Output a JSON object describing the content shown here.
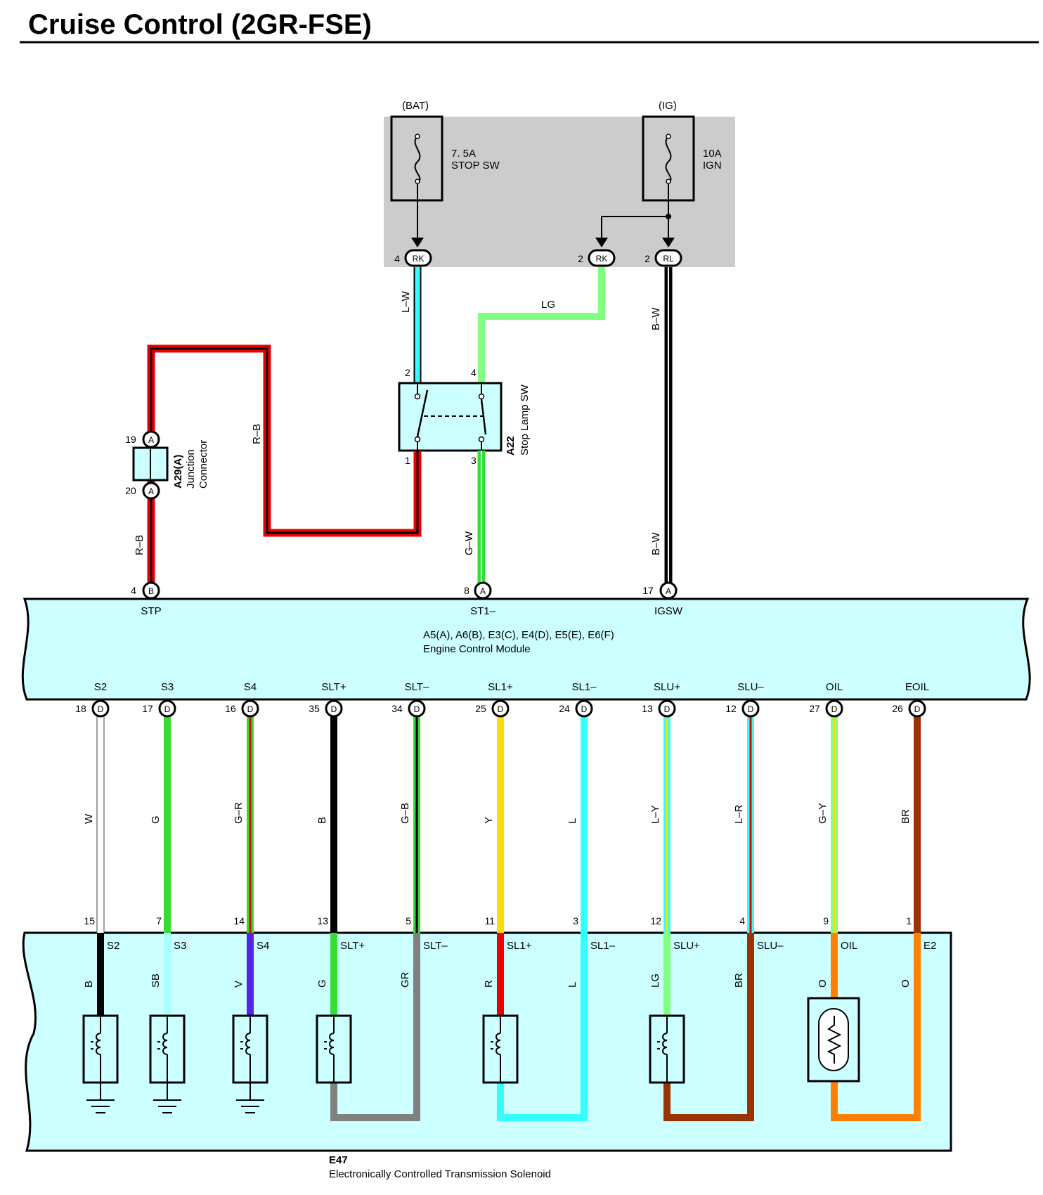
{
  "title": "Cruise Control (2GR-FSE)",
  "fuses": [
    {
      "source": "(BAT)",
      "rating": "7. 5A",
      "name": "STOP SW"
    },
    {
      "source": "(IG)",
      "rating": "10A",
      "name": "IGN"
    }
  ],
  "jb_pins": [
    {
      "num": "4",
      "conn": "RK"
    },
    {
      "num": "2",
      "conn": "RK"
    },
    {
      "num": "2",
      "conn": "RL"
    }
  ],
  "wire_labels": {
    "lw": "L–W",
    "lg": "LG",
    "bw_top": "B–W",
    "bw_bottom": "B–W",
    "rb_top": "R–B",
    "rb_bottom": "R–B",
    "gw": "G–W"
  },
  "stop_lamp": {
    "id": "A22",
    "name": "Stop Lamp SW",
    "pins": [
      "2",
      "4",
      "1",
      "3"
    ]
  },
  "junction": {
    "id": "A29(A)",
    "name1": "Junction",
    "name2": "Connector",
    "pin_top": "19",
    "pin_bottom": "20",
    "conn": "A"
  },
  "ecm_top_pins": [
    {
      "num": "4",
      "conn": "B",
      "name": "STP"
    },
    {
      "num": "8",
      "conn": "A",
      "name": "ST1–"
    },
    {
      "num": "17",
      "conn": "A",
      "name": "IGSW"
    }
  ],
  "ecm": {
    "connectors": "A5(A), A6(B), E3(C), E4(D), E5(E), E6(F)",
    "name": "Engine Control Module"
  },
  "ecm_bottom_pins": [
    {
      "name": "S2",
      "num": "18",
      "conn": "D",
      "wire": "W",
      "sol_pin": "15",
      "sol_name": "S2",
      "sol_wire": "B"
    },
    {
      "name": "S3",
      "num": "17",
      "conn": "D",
      "wire": "G",
      "sol_pin": "7",
      "sol_name": "S3",
      "sol_wire": "SB"
    },
    {
      "name": "S4",
      "num": "16",
      "conn": "D",
      "wire": "G–R",
      "sol_pin": "14",
      "sol_name": "S4",
      "sol_wire": "V"
    },
    {
      "name": "SLT+",
      "num": "35",
      "conn": "D",
      "wire": "B",
      "sol_pin": "13",
      "sol_name": "SLT+",
      "sol_wire": "G"
    },
    {
      "name": "SLT–",
      "num": "34",
      "conn": "D",
      "wire": "G–B",
      "sol_pin": "5",
      "sol_name": "SLT–",
      "sol_wire": "GR"
    },
    {
      "name": "SL1+",
      "num": "25",
      "conn": "D",
      "wire": "Y",
      "sol_pin": "11",
      "sol_name": "SL1+",
      "sol_wire": "R"
    },
    {
      "name": "SL1–",
      "num": "24",
      "conn": "D",
      "wire": "L",
      "sol_pin": "3",
      "sol_name": "SL1–",
      "sol_wire": "L"
    },
    {
      "name": "SLU+",
      "num": "13",
      "conn": "D",
      "wire": "L–Y",
      "sol_pin": "12",
      "sol_name": "SLU+",
      "sol_wire": "LG"
    },
    {
      "name": "SLU–",
      "num": "12",
      "conn": "D",
      "wire": "L–R",
      "sol_pin": "4",
      "sol_name": "SLU–",
      "sol_wire": "BR"
    },
    {
      "name": "OIL",
      "num": "27",
      "conn": "D",
      "wire": "G–Y",
      "sol_pin": "9",
      "sol_name": "OIL",
      "sol_wire": "O"
    },
    {
      "name": "EOIL",
      "num": "26",
      "conn": "D",
      "wire": "BR",
      "sol_pin": "1",
      "sol_name": "E2",
      "sol_wire": "O"
    }
  ],
  "solenoid": {
    "id": "E47",
    "name": "Electronically Controlled Transmission Solenoid"
  },
  "colors": {
    "ecu_fill": "#ccffff",
    "jb_fill": "#cccccc",
    "lightblue": "#33ffff",
    "lightgreen": "#80ff80",
    "green": "#33dd33",
    "red": "#ee0000",
    "black": "#000000",
    "yellow": "#ffdd00",
    "brown": "#993300",
    "orange": "#ff8000",
    "gray": "#808080",
    "violet": "#5522ee",
    "skyblue": "#aaffff"
  }
}
